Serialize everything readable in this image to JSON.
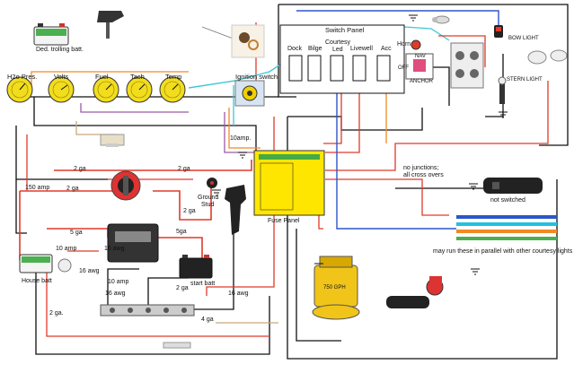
{
  "labels": {
    "ded_trolling_batt": "Ded. trolling batt.",
    "h2o_pres": "H2o Pres.",
    "volts": "Volts",
    "fuel": "Fuel",
    "tach": "Tach",
    "temp": "Temp",
    "ignition_switch": "Ignition switch",
    "switch_panel": "Switch Panel",
    "dock": "Dock",
    "bilge": "Bilge",
    "courtesy": "Courtesy",
    "led": "Led",
    "livewell": "Livewell",
    "acc": "Acc",
    "horn": "Horn",
    "bow_light": "BOW LIGHT",
    "stern_light": "STERN LIGHT",
    "ten_amp_top": "10amp.",
    "no_junctions": "no junctions;",
    "all_cross_overs": "all cross overs",
    "not_switched": "not switched",
    "may_run": "may run these in parallel with other courtesy lights",
    "ga2_a": "2 ga",
    "ga2_b": "2 ga",
    "amp150": "150 amp",
    "ga2_c": "2 ga",
    "ground_stud": "Ground",
    "stud": "Stud",
    "fuse_panel": "Fuse Panel",
    "ga2_d": "2 ga",
    "ga5": "5 ga",
    "amp5": "5ga",
    "amp10_mid": "10 amp",
    "awg16_a": "16 awg",
    "awg16_b": "16 awg",
    "house_batt": "House batt",
    "amp10_low": "10 amp",
    "awg16_c": "16 awg",
    "start_batt": "start batt",
    "ga2_e": "2 ga",
    "awg16_d": "16 awg",
    "ga2_left": "2 ga.",
    "ga4": "4 ga",
    "pump_gph": "750 GPH",
    "nav": "NAV",
    "anchor": "ANCHOR",
    "off": "OFF"
  },
  "colors": {
    "wire_red": "#e03a2a",
    "wire_black": "#111111",
    "wire_blue": "#2a56c9",
    "wire_cyan": "#3ec7d6",
    "wire_orange": "#f08a24",
    "wire_purple": "#9b5aa8",
    "wire_tan": "#c9a97a",
    "gauge_yellow": "#f2dd1d",
    "fuse_yellow": "#ffe600",
    "pump_yellow": "#f0c419"
  }
}
